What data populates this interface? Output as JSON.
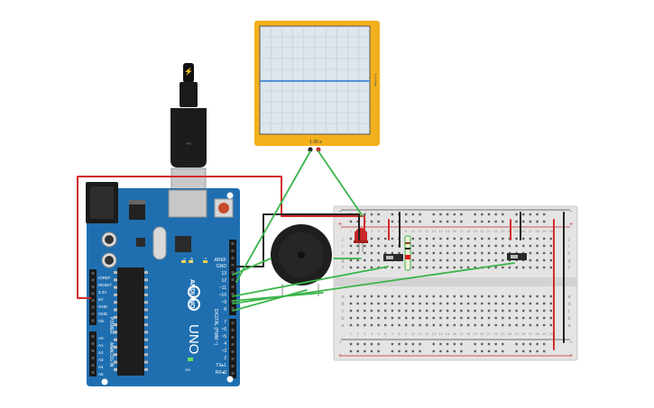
{
  "oscilloscope": {
    "time_label": "1.00 s",
    "side_label": "0.5V/div"
  },
  "arduino": {
    "brand": "ARDUINO",
    "model": "UNO",
    "power_label": "POWER",
    "analog_label": "ANALOG IN",
    "digital_label": "DIGITAL (PWM ~)",
    "on_label": "ON",
    "tx_label": "TX",
    "rx_label": "RX",
    "l_label": "L",
    "top_pins": [
      "AREF",
      "GND",
      "13",
      "12",
      "~11",
      "~10",
      "~9",
      "8"
    ],
    "bottom_pins": [
      "7",
      "~6",
      "~5",
      "4",
      "~3",
      "2",
      "TX▸1",
      "RX◂0"
    ],
    "power_pins": [
      "IOREF",
      "RESET",
      "3.3V",
      "5V",
      "GND",
      "GND",
      "Vin"
    ],
    "analog_pins": [
      "A0",
      "A1",
      "A2",
      "A3",
      "A4",
      "A5"
    ]
  },
  "breadboard": {
    "row_letters_top": [
      "j",
      "i",
      "h",
      "g",
      "f"
    ],
    "row_letters_bottom": [
      "e",
      "d",
      "c",
      "b",
      "a"
    ],
    "column_numbers": [
      "1",
      "2",
      "3",
      "4",
      "5",
      "6",
      "7",
      "8",
      "9",
      "10",
      "11",
      "12",
      "13",
      "14",
      "15",
      "16",
      "17",
      "18",
      "19",
      "20",
      "21",
      "22",
      "23",
      "24",
      "25",
      "26",
      "27",
      "28",
      "29",
      "30"
    ],
    "plus": "+",
    "minus": "-"
  },
  "colors": {
    "wire_green": "#3cb54a",
    "wire_red": "#d22b2b",
    "wire_black": "#222222",
    "board_blue": "#1f6fb0",
    "scope_frame": "#f4b01c",
    "scope_trace": "#2c7bd4"
  }
}
